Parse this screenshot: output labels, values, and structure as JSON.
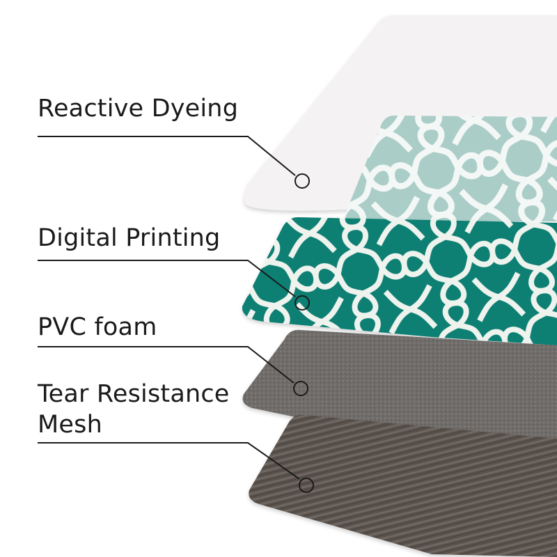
{
  "layers": [
    {
      "id": "reactive-dyeing",
      "label": "Reactive Dyeing"
    },
    {
      "id": "digital-printing",
      "label": "Digital Printing"
    },
    {
      "id": "pvc-foam",
      "label": "PVC foam"
    },
    {
      "id": "tear-resistance-mesh",
      "label_lines": [
        "Tear Resistance",
        "Mesh"
      ]
    }
  ],
  "colors": {
    "top_film": "#f4f2f2",
    "pattern_teal": "#0e7f73",
    "pattern_light": "#aacdc8",
    "pattern_lines": "#eef3ee",
    "foam_gray": "#6f6c6a",
    "mesh_brown": "#5a524d",
    "leader_line": "#1a1a1a"
  }
}
